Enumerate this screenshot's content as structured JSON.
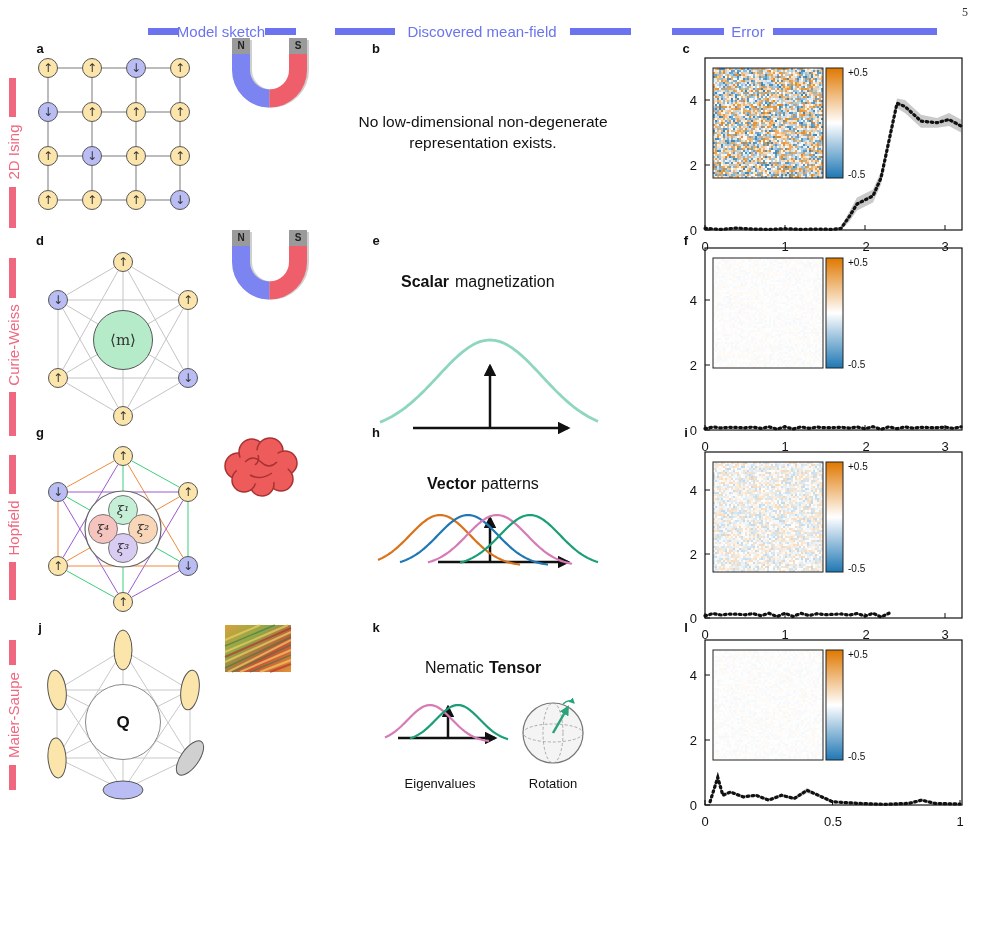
{
  "diagram": {
    "nodes": [
      {
        "text": [
          "↑"
        ]
      },
      {
        "text": [
          "↑"
        ]
      },
      {
        "text": [
          "↓"
        ]
      },
      {
        "text": [
          "↑"
        ]
      },
      {
        "text": [
          "↓"
        ]
      },
      {
        "text": [
          "↑"
        ]
      },
      {
        "text": [
          "↑"
        ]
      },
      {
        "text": [
          "↑"
        ]
      },
      {
        "text": [
          "↑"
        ]
      },
      {
        "text": [
          "↓"
        ]
      },
      {
        "text": [
          "↑"
        ]
      },
      {
        "text": [
          "↑"
        ]
      },
      {
        "text": [
          "↑"
        ]
      },
      {
        "text": [
          "↑"
        ]
      },
      {
        "text": [
          "↑"
        ]
      },
      {
        "text": [
          "↓"
        ]
      },
      {
        "text": [
          "↑"
        ]
      },
      {
        "text": [
          "↓"
        ]
      },
      {
        "text": [
          "↑"
        ]
      },
      {
        "text": [
          "↑"
        ]
      },
      {
        "text": [
          "↓"
        ]
      },
      {
        "text": [
          "↑"
        ]
      },
      {
        "text": [
          "⟨m⟩"
        ]
      },
      {
        "text": [
          "↑"
        ]
      },
      {
        "text": [
          "↓"
        ]
      },
      {
        "text": [
          "↑"
        ]
      },
      {
        "text": [
          "↑"
        ]
      },
      {
        "text": [
          "↓"
        ]
      },
      {
        "text": [
          "↑"
        ]
      },
      {
        "text": [
          "ξ¹"
        ]
      },
      {
        "text": [
          "ξ²"
        ]
      },
      {
        "text": [
          "ξ³"
        ]
      },
      {
        "text": [
          "ξ⁴"
        ]
      },
      {
        "text": [
          "Q"
        ]
      }
    ],
    "edges": [
      {
        "from": 0,
        "to": 1,
        "arrow": "none"
      },
      {
        "from": 1,
        "to": 2,
        "arrow": "none"
      },
      {
        "from": 2,
        "to": 3,
        "arrow": "none"
      },
      {
        "from": 4,
        "to": 5,
        "arrow": "none"
      },
      {
        "from": 5,
        "to": 6,
        "arrow": "none"
      },
      {
        "from": 6,
        "to": 7,
        "arrow": "none"
      },
      {
        "from": 8,
        "to": 9,
        "arrow": "none"
      },
      {
        "from": 9,
        "to": 10,
        "arrow": "none"
      },
      {
        "from": 10,
        "to": 11,
        "arrow": "none"
      },
      {
        "from": 12,
        "to": 13,
        "arrow": "none"
      },
      {
        "from": 13,
        "to": 14,
        "arrow": "none"
      },
      {
        "from": 14,
        "to": 15,
        "arrow": "none"
      },
      {
        "from": 0,
        "to": 4,
        "arrow": "none"
      },
      {
        "from": 1,
        "to": 5,
        "arrow": "none"
      },
      {
        "from": 2,
        "to": 6,
        "arrow": "none"
      },
      {
        "from": 3,
        "to": 7,
        "arrow": "none"
      },
      {
        "from": 4,
        "to": 8,
        "arrow": "none"
      },
      {
        "from": 5,
        "to": 9,
        "arrow": "none"
      },
      {
        "from": 6,
        "to": 10,
        "arrow": "none"
      },
      {
        "from": 7,
        "to": 11,
        "arrow": "none"
      },
      {
        "from": 8,
        "to": 12,
        "arrow": "none"
      },
      {
        "from": 9,
        "to": 13,
        "arrow": "none"
      },
      {
        "from": 10,
        "to": 14,
        "arrow": "none"
      },
      {
        "from": 11,
        "to": 15,
        "arrow": "none"
      },
      {
        "from": 16,
        "to": 17,
        "arrow": "none"
      },
      {
        "from": 16,
        "to": 18,
        "arrow": "none"
      },
      {
        "from": 16,
        "to": 19,
        "arrow": "none"
      },
      {
        "from": 16,
        "to": 20,
        "arrow": "none"
      },
      {
        "from": 16,
        "to": 21,
        "arrow": "none"
      },
      {
        "from": 17,
        "to": 18,
        "arrow": "none"
      },
      {
        "from": 17,
        "to": 19,
        "arrow": "none"
      },
      {
        "from": 17,
        "to": 20,
        "arrow": "none"
      },
      {
        "from": 17,
        "to": 21,
        "arrow": "none"
      },
      {
        "from": 18,
        "to": 19,
        "arrow": "none"
      },
      {
        "from": 18,
        "to": 20,
        "arrow": "none"
      },
      {
        "from": 18,
        "to": 21,
        "arrow": "none"
      },
      {
        "from": 19,
        "to": 20,
        "arrow": "none"
      },
      {
        "from": 19,
        "to": 21,
        "arrow": "none"
      },
      {
        "from": 20,
        "to": 21,
        "arrow": "none"
      },
      {
        "from": 23,
        "to": 24,
        "arrow": "none"
      },
      {
        "from": 23,
        "to": 25,
        "arrow": "none"
      },
      {
        "from": 23,
        "to": 26,
        "arrow": "none"
      },
      {
        "from": 23,
        "to": 27,
        "arrow": "none"
      },
      {
        "from": 23,
        "to": 28,
        "arrow": "none"
      },
      {
        "from": 24,
        "to": 25,
        "arrow": "none"
      },
      {
        "from": 24,
        "to": 26,
        "arrow": "none"
      },
      {
        "from": 24,
        "to": 27,
        "arrow": "none"
      },
      {
        "from": 24,
        "to": 28,
        "arrow": "none"
      },
      {
        "from": 25,
        "to": 26,
        "arrow": "none"
      },
      {
        "from": 25,
        "to": 27,
        "arrow": "none"
      },
      {
        "from": 25,
        "to": 28,
        "arrow": "none"
      },
      {
        "from": 26,
        "to": 27,
        "arrow": "none"
      },
      {
        "from": 26,
        "to": 28,
        "arrow": "none"
      },
      {
        "from": 27,
        "to": 28,
        "arrow": "none"
      }
    ],
    "labels": [
      "5",
      "Model sketch",
      "Discovered mean-field",
      "Error",
      "2D Ising",
      "Curie-Weiss",
      "Hopfield",
      "Maier-Saupe",
      "a",
      "N",
      "S",
      "b",
      "No low-dimensional non-degenerate representation exists.",
      "c",
      "4",
      "2",
      "0",
      "0",
      "1",
      "2",
      "3",
      "+0.5",
      "-0.5",
      "d",
      "N",
      "S",
      "e",
      "Scalar",
      "magnetization",
      "f",
      "4",
      "2",
      "0",
      "0",
      "1",
      "2",
      "3",
      "+0.5",
      "-0.5",
      "g",
      "h",
      "Vector",
      "patterns",
      "i",
      "4",
      "2",
      "0",
      "0",
      "1",
      "2",
      "3",
      "+0.5",
      "-0.5",
      "j",
      "k",
      "Nematic",
      "Tensor",
      "Eigenvalues",
      "Rotation",
      "l",
      "4",
      "2",
      "0",
      "0",
      "0.5",
      "1",
      "+0.5",
      "-0.5"
    ]
  }
}
